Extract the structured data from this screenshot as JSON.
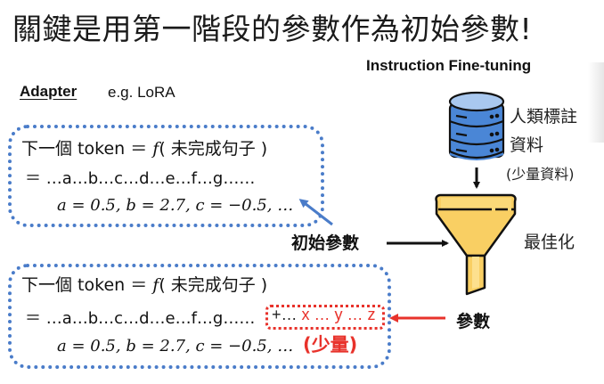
{
  "title": "關鍵是用第一階段的參數作為初始參數!",
  "subtitle": "Instruction Fine-tuning",
  "adapter": {
    "label": "Adapter",
    "example": "e.g. LoRA"
  },
  "box_top": {
    "line1_prefix": "下一個 token ＝",
    "line1_func": "f",
    "line1_suffix": "(  未完成句子 )",
    "line2": "＝ …a…b…c…d…e…f…g……",
    "line3": "a = 0.5, b = 2.7, c = −0.5, …"
  },
  "box_bottom": {
    "line1_prefix": "下一個 token ＝",
    "line1_func": "f",
    "line1_suffix": "(  未完成句子 )",
    "line2": "＝ …a…b…c…d…e…f…g……",
    "line3": "a = 0.5, b = 2.7, c = −0.5, …",
    "extra_plus": "+…",
    "extra_vars": " x … y … z",
    "extra_note": "(少量)"
  },
  "labels": {
    "initial_params": "初始參數",
    "params": "參數",
    "optimize": "最佳化",
    "data_line1": "人類標註",
    "data_line2": "資料",
    "data_line3": "(少量資料)"
  },
  "colors": {
    "blue_dotted": "#4a7cc9",
    "red_accent": "#e8322b",
    "db_blue": "#4a86d6",
    "funnel_yellow": "#f9cf63"
  },
  "icons": [
    "database-icon",
    "funnel-icon"
  ]
}
